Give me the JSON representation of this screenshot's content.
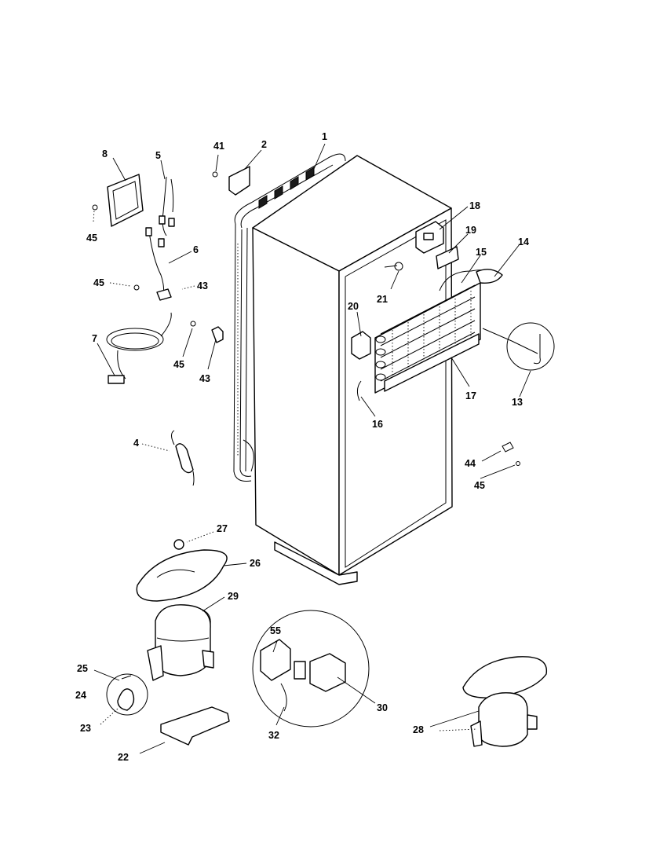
{
  "callouts": {
    "c1": "1",
    "c2": "2",
    "c4": "4",
    "c5": "5",
    "c6": "6",
    "c7": "7",
    "c8": "8",
    "c13": "13",
    "c14": "14",
    "c15": "15",
    "c16": "16",
    "c17": "17",
    "c18": "18",
    "c19": "19",
    "c20": "20",
    "c21": "21",
    "c22": "22",
    "c23": "23",
    "c24": "24",
    "c25": "25",
    "c26": "26",
    "c27": "27",
    "c28": "28",
    "c29": "29",
    "c30": "30",
    "c32": "32",
    "c41": "41",
    "c43a": "43",
    "c43b": "43",
    "c44": "44",
    "c45a": "45",
    "c45b": "45",
    "c45c": "45",
    "c45d": "45",
    "c55": "55"
  }
}
